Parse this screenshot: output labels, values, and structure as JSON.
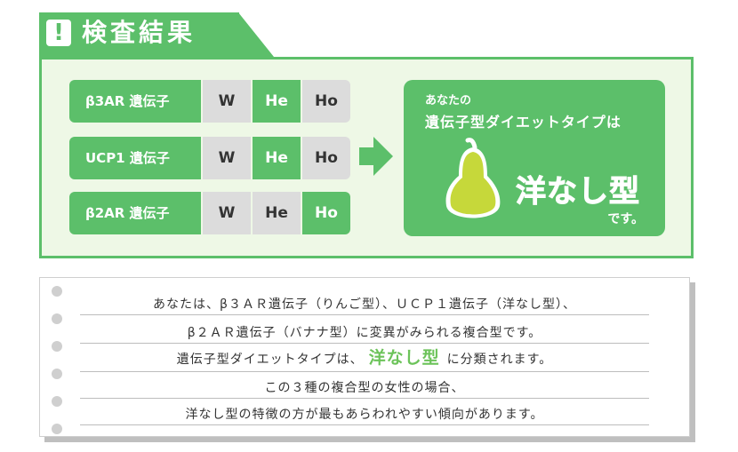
{
  "header": {
    "alert_icon_glyph": "!",
    "title": "検査結果"
  },
  "genes": [
    {
      "label": "β3AR 遺伝子",
      "cells": [
        {
          "text": "W",
          "highlight": false
        },
        {
          "text": "He",
          "highlight": true
        },
        {
          "text": "Ho",
          "highlight": false
        }
      ]
    },
    {
      "label": "UCP1 遺伝子",
      "cells": [
        {
          "text": "W",
          "highlight": false
        },
        {
          "text": "He",
          "highlight": true
        },
        {
          "text": "Ho",
          "highlight": false
        }
      ]
    },
    {
      "label": "β2AR 遺伝子",
      "cells": [
        {
          "text": "W",
          "highlight": false
        },
        {
          "text": "He",
          "highlight": false
        },
        {
          "text": "Ho",
          "highlight": true
        }
      ]
    }
  ],
  "result": {
    "line1": "あなたの",
    "line2": "遺伝子型ダイエットタイプは",
    "type_name": "洋なし型",
    "suffix": "です。",
    "icon": "pear-icon"
  },
  "note": {
    "lines": [
      "あなたは、β３ＡＲ遺伝子（りんご型）、ＵＣＰ１遺伝子（洋なし型）、",
      "β２ＡＲ遺伝子（バナナ型）に変異がみられる複合型です。",
      {
        "before": "遺伝子型ダイエットタイプは、",
        "highlight": "洋なし型",
        "after": "に分類されます。"
      },
      "この３種の複合型の女性の場合、",
      "洋なし型の特徴の方が最もあらわれやすい傾向があります。"
    ]
  },
  "colors": {
    "accent_green": "#5cbf6a",
    "panel_bg": "#eef8e6",
    "cell_gray": "#dcdcdc",
    "highlight_text": "#6cc35a",
    "pear_yellow": "#c6d83a"
  }
}
